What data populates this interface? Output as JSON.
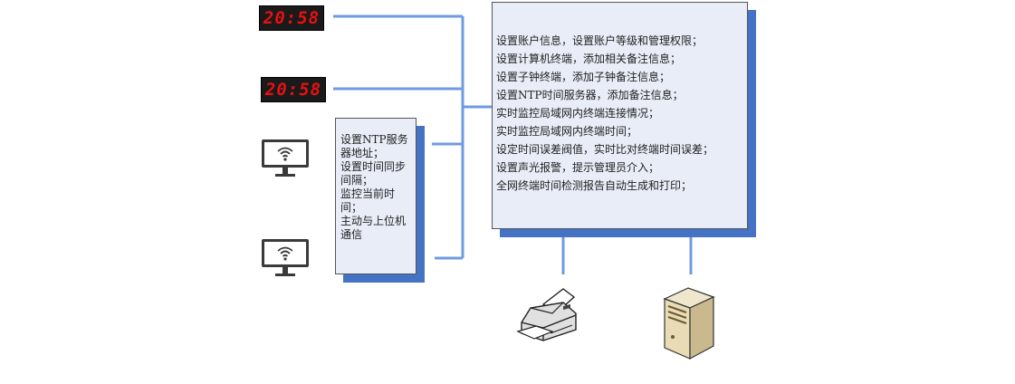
{
  "clocks": [
    {
      "time": "20:58"
    },
    {
      "time": "20:58"
    }
  ],
  "client_panel": {
    "lines": [
      "设置NTP服务",
      "器地址；",
      "设置时间同步",
      "间隔；",
      "监控当前时",
      "间；",
      "主动与上位机",
      "通信"
    ]
  },
  "server_panel": {
    "lines": [
      "设置账户信息，设置账户等级和管理权限；",
      "设置计算机终端，添加相关备注信息；",
      "设置子钟终端，添加子钟备注信息；",
      "设置NTP时间服务器，添加备注信息；",
      "实时监控局域网内终端连接情况；",
      "实时监控局域网内终端时间；",
      "设定时间误差阀值，实时比对终端时间误差；",
      "设置声光报警，提示管理员介入；",
      "全网终端时间检测报告自动生成和打印；"
    ]
  },
  "icons": {
    "terminal": "monitor-wifi-icon",
    "printer": "printer-icon",
    "server": "server-tower-icon"
  },
  "colors": {
    "connector": "#6f9be0",
    "panel_fill": "#e9edf8",
    "panel_shadow": "#4472c4",
    "clock_digits": "#e81010"
  }
}
